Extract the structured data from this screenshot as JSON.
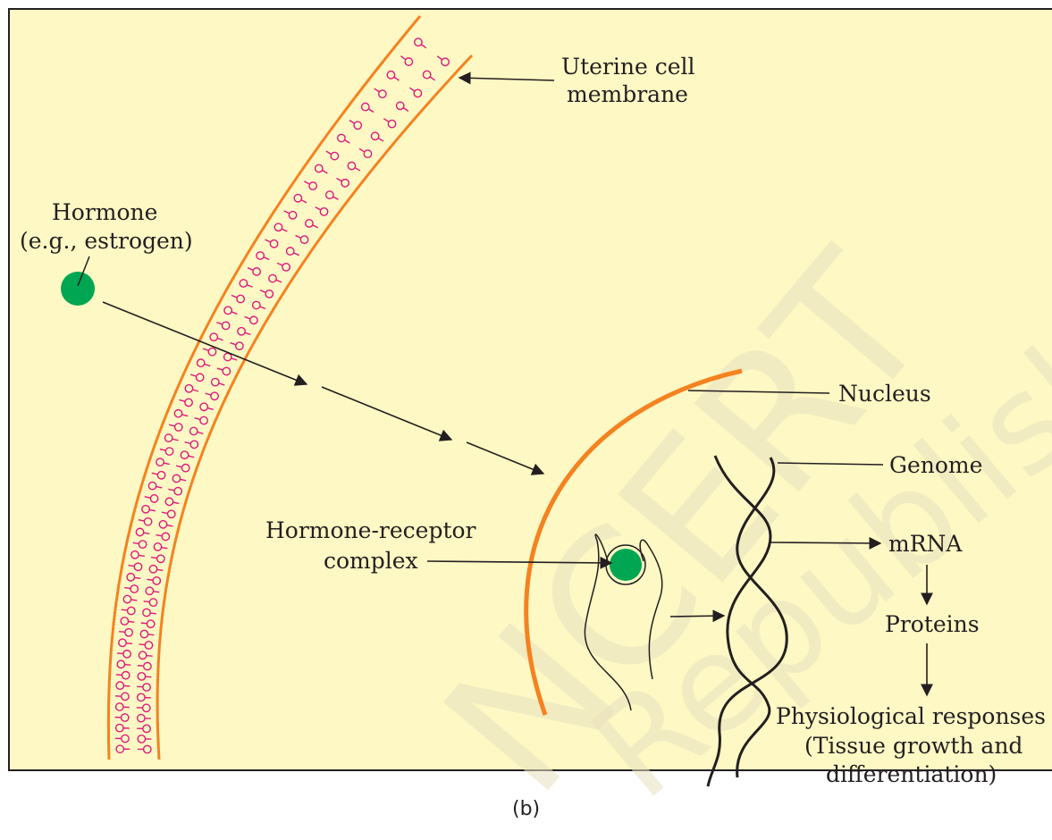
{
  "labels": {
    "membrane_line1": "Uterine cell",
    "membrane_line2": "membrane",
    "hormone_line1": "Hormone",
    "hormone_line2": "(e.g., estrogen)",
    "nucleus": "Nucleus",
    "genome": "Genome",
    "complex_line1": "Hormone-receptor",
    "complex_line2": "complex",
    "mrna": "mRNA",
    "proteins": "Proteins",
    "response_line1": "Physiological responses",
    "response_line2": "(Tissue growth and",
    "response_line3": "differentiation)"
  },
  "caption": "(b)",
  "watermark": {
    "line1": "NCERT",
    "line2": "Republished"
  },
  "colors": {
    "panel_bg": "#fdf8c4",
    "membrane": "#f58220",
    "receptor": "#e0187c",
    "hormone": "#00a651",
    "ink": "#231f20"
  }
}
